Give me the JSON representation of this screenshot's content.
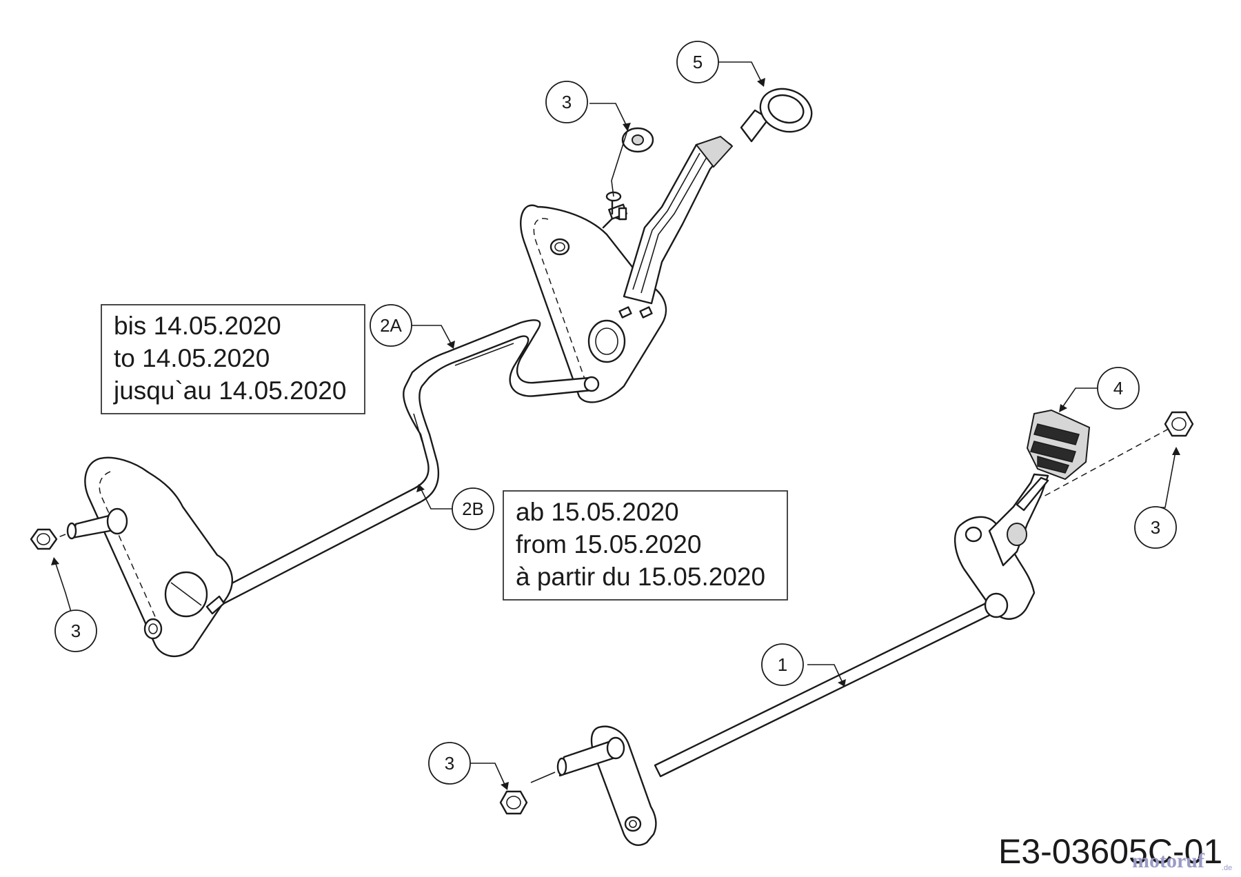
{
  "callouts": {
    "c1": "1",
    "c2a": "2A",
    "c2b": "2B",
    "c3_top": "3",
    "c3_left": "3",
    "c3_right": "3",
    "c3_bottom": "3",
    "c4": "4",
    "c5": "5"
  },
  "notes": {
    "until": [
      "bis 14.05.2020",
      "to 14.05.2020",
      "jusqu`au 14.05.2020"
    ],
    "from": [
      "ab 15.05.2020",
      "from 15.05.2020",
      "à partir du 15.05.2020"
    ]
  },
  "drawing_code": "E3-03605C-01",
  "watermark": {
    "brand": "motoruf",
    "suffix": ".de"
  },
  "colors": {
    "line": "#1a1a1a",
    "watermark": "#9a9ac8"
  }
}
